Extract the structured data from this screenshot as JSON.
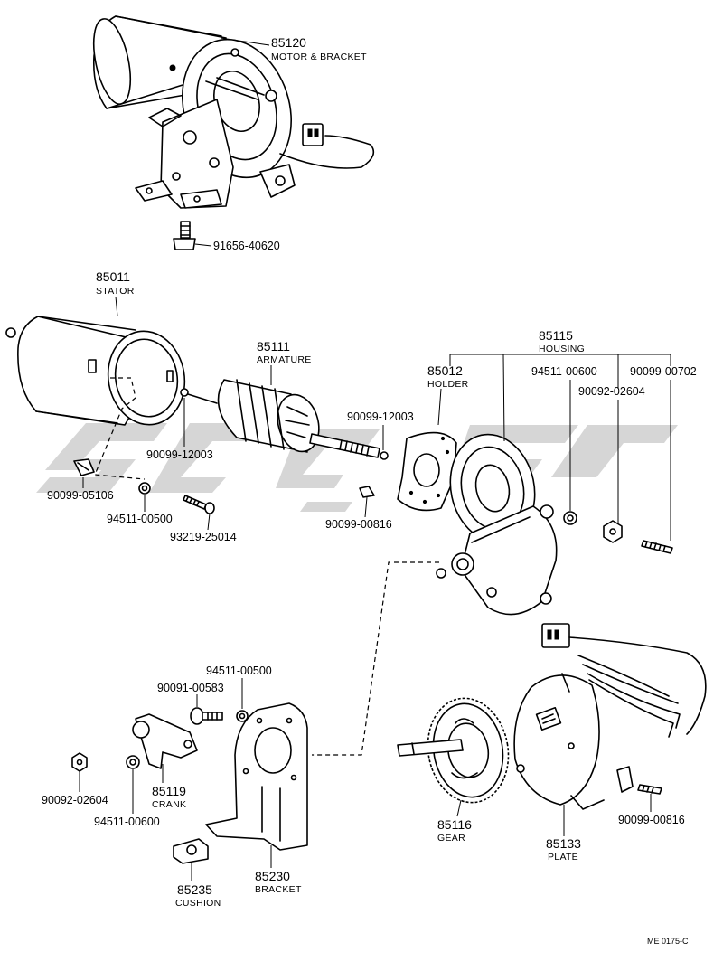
{
  "parts": {
    "motor_bracket": {
      "number": "85120",
      "name": "MOTOR & BRACKET"
    },
    "bolt_top": {
      "number": "91656-40620"
    },
    "stator": {
      "number": "85011",
      "name": "STATOR"
    },
    "armature": {
      "number": "85111",
      "name": "ARMATURE"
    },
    "housing": {
      "number": "85115",
      "name": "HOUSING"
    },
    "holder": {
      "number": "85012",
      "name": "HOLDER"
    },
    "washer_housing": {
      "number": "94511-00600"
    },
    "screw_housing": {
      "number": "90099-00702"
    },
    "nut_housing": {
      "number": "90092-02604"
    },
    "ball_right": {
      "number": "90099-12003"
    },
    "ball_left": {
      "number": "90099-12003"
    },
    "clip_stator": {
      "number": "90099-05106"
    },
    "washer_stator": {
      "number": "94511-00500"
    },
    "screw_stator": {
      "number": "93219-25014"
    },
    "clip_holder": {
      "number": "90099-00816"
    },
    "washer_crank_top": {
      "number": "94511-00500"
    },
    "bolt_crank": {
      "number": "90091-00583"
    },
    "nut_crank": {
      "number": "90092-02604"
    },
    "washer_crank": {
      "number": "94511-00600"
    },
    "crank": {
      "number": "85119",
      "name": "CRANK"
    },
    "cushion": {
      "number": "85235",
      "name": "CUSHION"
    },
    "bracket": {
      "number": "85230",
      "name": "BRACKET"
    },
    "gear": {
      "number": "85116",
      "name": "GEAR"
    },
    "plate": {
      "number": "85133",
      "name": "PLATE"
    },
    "clip_plate": {
      "number": "90099-00816"
    }
  },
  "footer": {
    "code": "ME 0175-C"
  }
}
